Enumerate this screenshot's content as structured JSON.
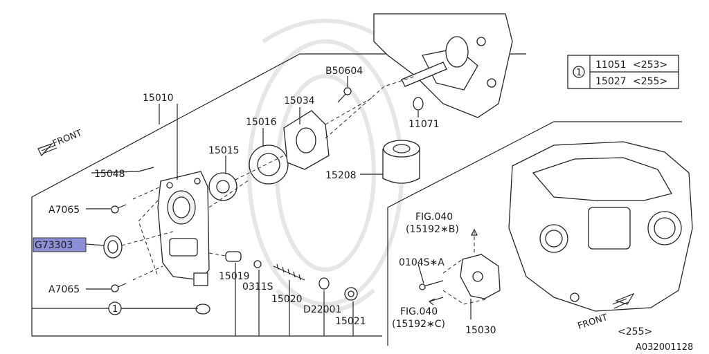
{
  "labels": {
    "p15010": "15010",
    "p15034": "15034",
    "b50604": "B50604",
    "p15016": "15016",
    "p11071": "11071",
    "p15015": "15015",
    "p15048": "15048",
    "p15208": "15208",
    "a7065_top": "A7065",
    "g73303": "G73303",
    "a7065_bottom": "A7065",
    "p15019": "15019",
    "p0311s": "0311S",
    "p15020": "15020",
    "d22001": "D22001",
    "p15021": "15021",
    "fig040_top": "FIG.040",
    "fig040_top_ref": "(15192∗B)",
    "p0104s": "0104S∗A",
    "fig040_bottom": "FIG.040",
    "fig040_bottom_ref": "(15192∗C)",
    "p15030": "15030",
    "front_left": "FRONT",
    "front_right": "FRONT",
    "engine_code": "<255>",
    "doc_code": "A032001128",
    "circle_ref": "1"
  },
  "reference_table": {
    "marker": "1",
    "rows": [
      {
        "part": "11051",
        "code": "<253>"
      },
      {
        "part": "15027",
        "code": "<255>"
      }
    ]
  },
  "colors": {
    "highlight": "#8a8fd6",
    "line": "#222222"
  }
}
